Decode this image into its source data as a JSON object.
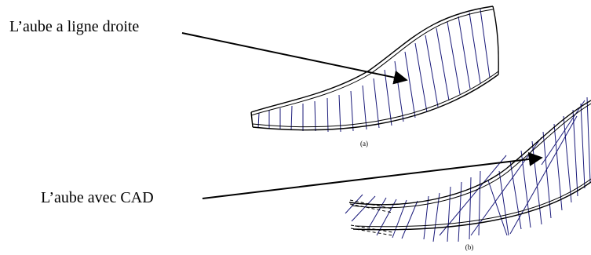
{
  "labels": {
    "straight_blade": "L’aube a ligne droite",
    "cad_blade": "L’aube avec CAD"
  },
  "subfigures": {
    "a": "(a)",
    "b": "(b)"
  },
  "colors": {
    "outline": "#000000",
    "rulings": "#1a1a7a",
    "background": "#ffffff"
  }
}
